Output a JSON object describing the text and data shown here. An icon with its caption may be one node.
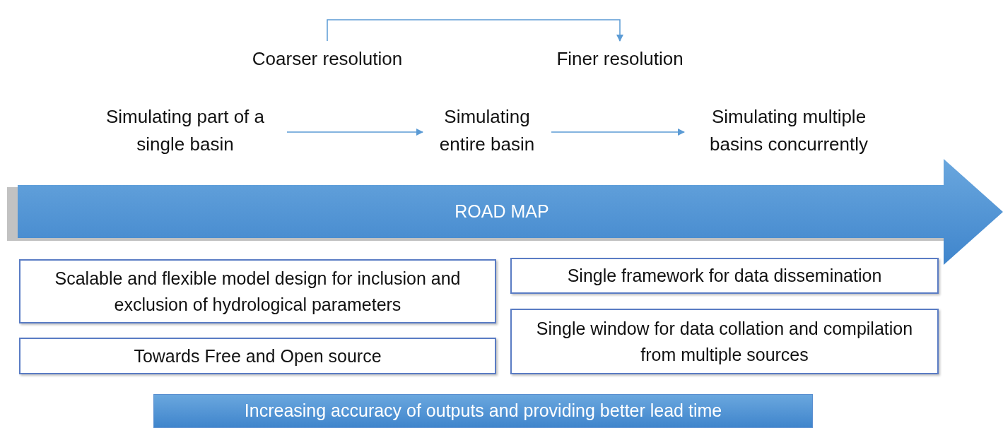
{
  "diagram": {
    "nodes": [
      {
        "text": [
          "Coarser resolution"
        ]
      },
      {
        "text": [
          "Finer resolution"
        ]
      },
      {
        "text": [
          "Simulating part of a single basin"
        ]
      },
      {
        "text": [
          "Simulating entire basin"
        ]
      },
      {
        "text": [
          "Simulating multiple basins concurrently"
        ]
      },
      {
        "text": [
          "ROAD MAP"
        ]
      },
      {
        "text": [
          "Scalable and flexible model design for inclusion and exclusion of hydrological parameters"
        ]
      },
      {
        "text": [
          "Towards Free and Open source"
        ]
      },
      {
        "text": [
          "Single framework for data dissemination"
        ]
      },
      {
        "text": [
          "Single window for data collation and compilation from multiple sources"
        ]
      },
      {
        "text": [
          "Increasing accuracy of outputs and providing better lead time"
        ]
      }
    ],
    "edges": [
      {
        "from": 0,
        "to": 1,
        "arrow": "to"
      },
      {
        "from": 2,
        "to": 3,
        "arrow": "to"
      },
      {
        "from": 3,
        "to": 4,
        "arrow": "to"
      }
    ]
  }
}
